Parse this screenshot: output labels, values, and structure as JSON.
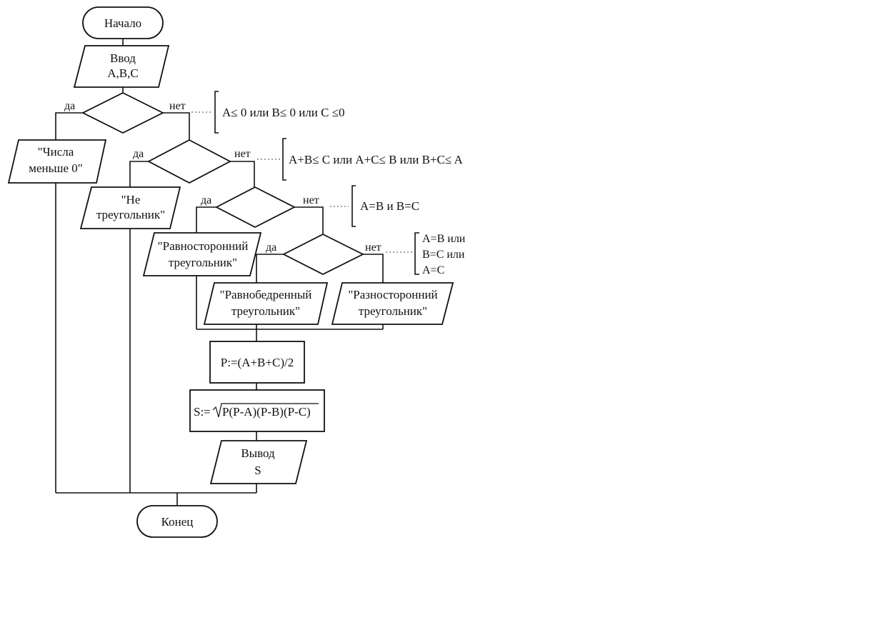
{
  "start": {
    "label": "Начало"
  },
  "input": {
    "line1": "Ввод",
    "line2": "A,B,C"
  },
  "decision1": {
    "yes": "да",
    "no": "нет",
    "condition": "A≤ 0 или B≤ 0 или C ≤0"
  },
  "output_negative": {
    "line1": "\"Числа",
    "line2": "меньше 0\""
  },
  "decision2": {
    "yes": "да",
    "no": "нет",
    "condition": "A+B≤ C или A+C≤ B или B+C≤ A"
  },
  "output_not_triangle": {
    "line1": "\"Не",
    "line2": "треугольник\""
  },
  "decision3": {
    "yes": "да",
    "no": "нет",
    "condition": "A=B и B=C"
  },
  "output_equilateral": {
    "line1": "\"Равносторонний",
    "line2": "треугольник\""
  },
  "decision4": {
    "yes": "да",
    "no": "нет",
    "condition_lines": [
      "A=B или",
      "B=C или",
      "A=C"
    ]
  },
  "output_isosceles": {
    "line1": "\"Равнобедренный",
    "line2": "треугольник\""
  },
  "output_scalene": {
    "line1": "\"Разносторонний",
    "line2": "треугольник\""
  },
  "calc_p": {
    "label": "P:=(A+B+C)/2"
  },
  "calc_s": {
    "prefix": "S:=",
    "radicand": "P(P-A)(P-B)(P-C)"
  },
  "output_s": {
    "line1": "Вывод",
    "line2": "S"
  },
  "end": {
    "label": "Конец"
  }
}
